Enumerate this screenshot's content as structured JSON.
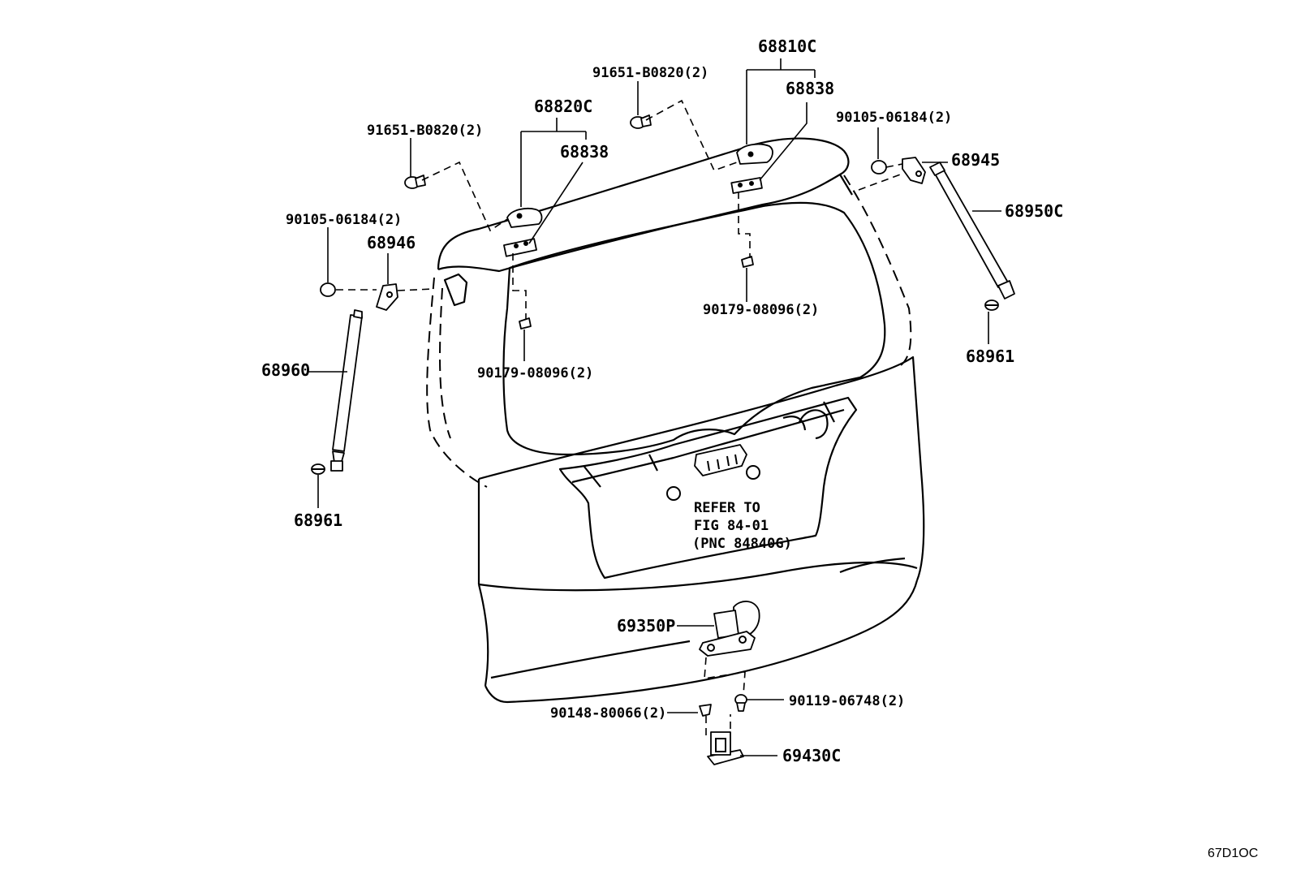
{
  "parts": {
    "bolt_left_top": "91651-B0820(2)",
    "hinge_left": "68820C",
    "hinge_left_sub": "68838",
    "bolt_center_top": "91651-B0820(2)",
    "hinge_right": "68810C",
    "hinge_right_sub": "68838",
    "nut_left": "90105-06184(2)",
    "bracket_left": "68946",
    "strut_left": "68960",
    "stud_left": "68961",
    "clip_center_left": "90179-08096(2)",
    "clip_center_right": "90179-08096(2)",
    "nut_right": "90105-06184(2)",
    "bracket_right": "68945",
    "strut_right": "68950C",
    "stud_right": "68961",
    "lock_assembly": "69350P",
    "screw_lower_left": "90148-80066(2)",
    "bolt_lower_right": "90119-06748(2)",
    "striker": "69430C"
  },
  "note": {
    "line1": "REFER TO",
    "line2": "FIG 84-01",
    "line3": "(PNC 84840G)"
  },
  "figure_code": "67D1OC"
}
